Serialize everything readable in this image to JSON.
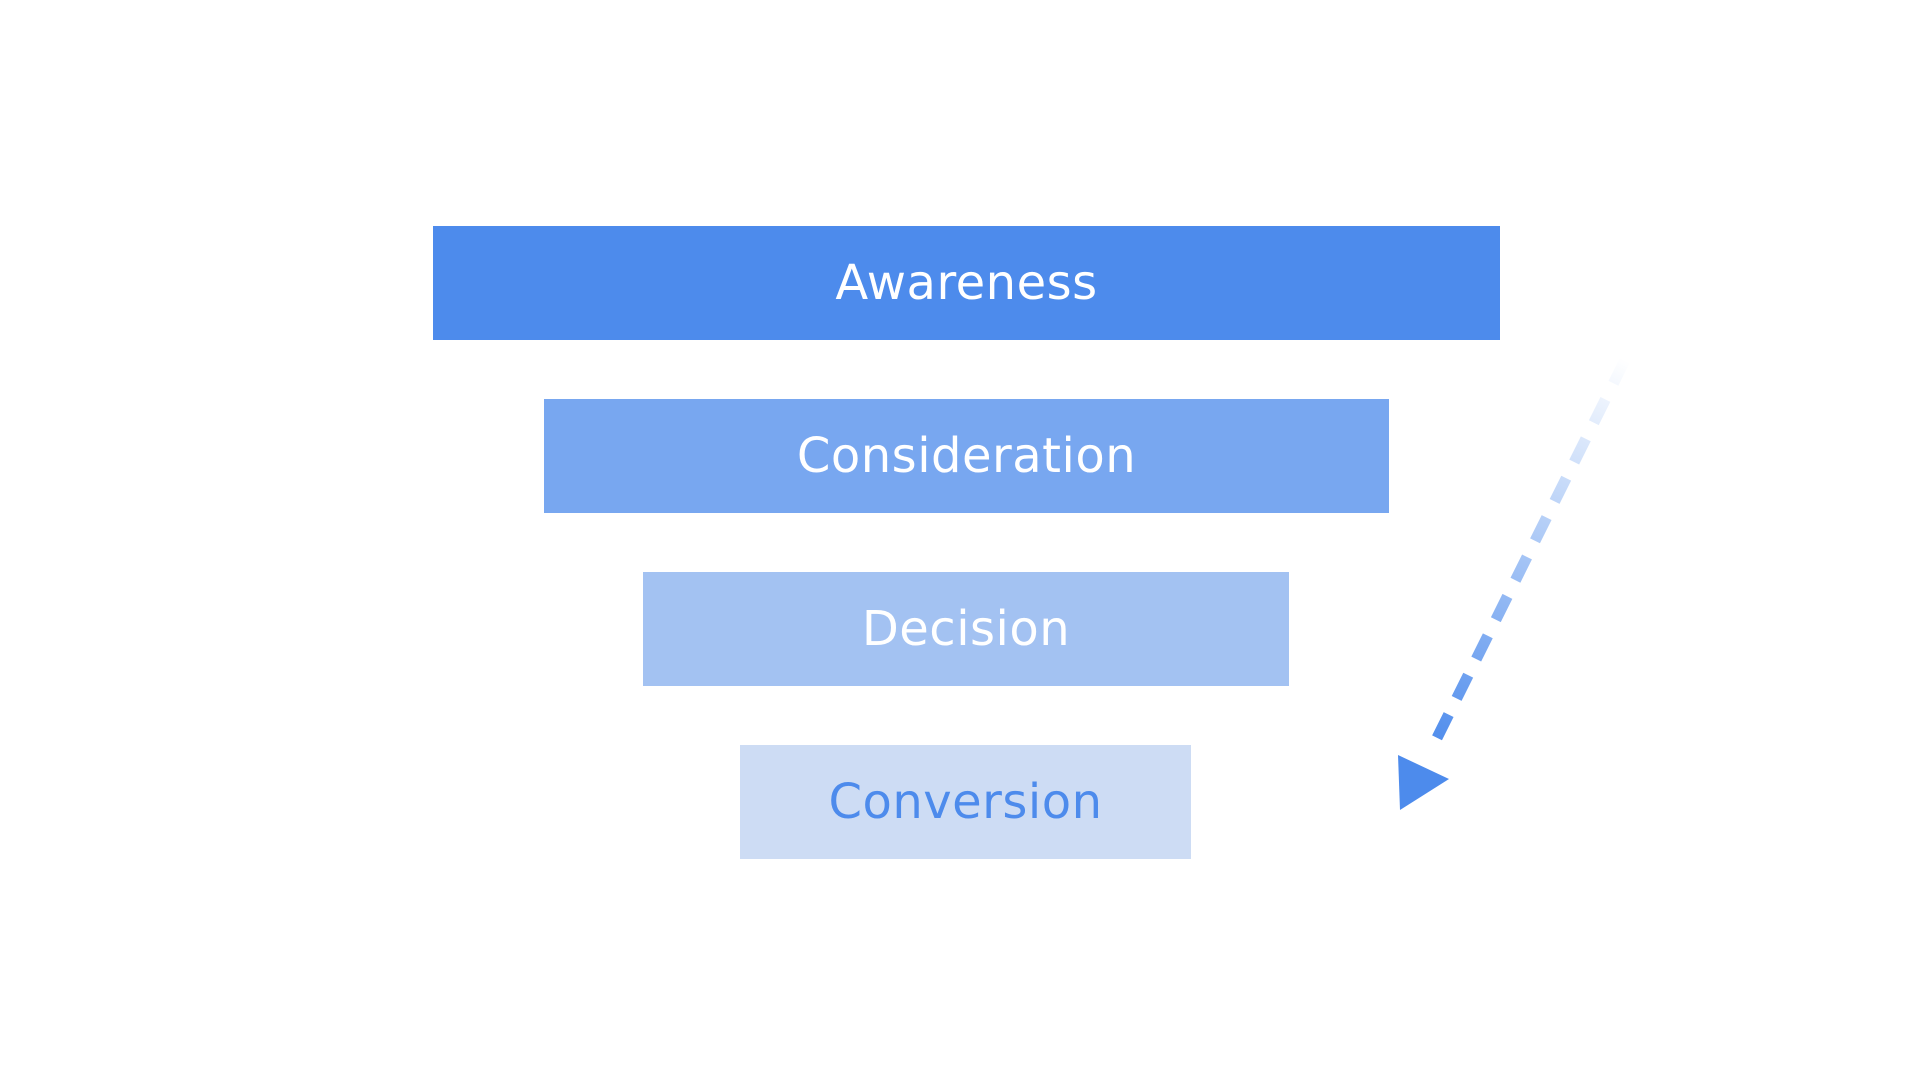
{
  "funnel": {
    "stages": [
      {
        "label": "Awareness",
        "fill": "#4d8bec",
        "text_color": "#ffffff"
      },
      {
        "label": "Consideration",
        "fill": "#78a7f0",
        "text_color": "#ffffff"
      },
      {
        "label": "Decision",
        "fill": "#a3c2f2",
        "text_color": "#ffffff"
      },
      {
        "label": "Conversion",
        "fill": "#cddcf4",
        "text_color": "#4d8bec"
      }
    ]
  },
  "arrow": {
    "color": "#4d8bec",
    "style": "dashed, fading toward start",
    "direction": "down-left"
  }
}
